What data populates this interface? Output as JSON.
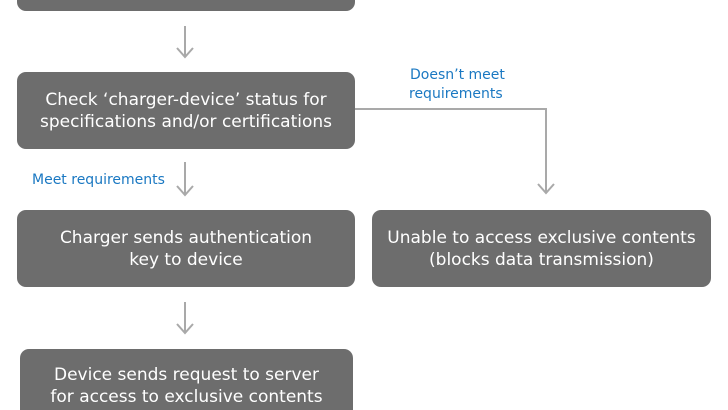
{
  "colors": {
    "box_fill": "#6d6d6d",
    "box_text": "#ffffff",
    "label_text": "#1a78c2",
    "connector": "#a9a9a9"
  },
  "nodes": {
    "check_status": {
      "line1": "Check ‘charger-device’ status for",
      "line2": "specifications and/or certifications"
    },
    "send_key": {
      "line1": "Charger sends authentication",
      "line2": "key to device"
    },
    "unable_access": {
      "line1": "Unable to access exclusive contents",
      "line2": "(blocks data transmission)"
    },
    "request_server": {
      "line1": "Device sends request to server",
      "line2": "for access to exclusive contents"
    }
  },
  "edges": {
    "doesnt_meet": {
      "line1": "Doesn’t meet",
      "line2": "requirements"
    },
    "meet": {
      "label": "Meet requirements"
    }
  }
}
